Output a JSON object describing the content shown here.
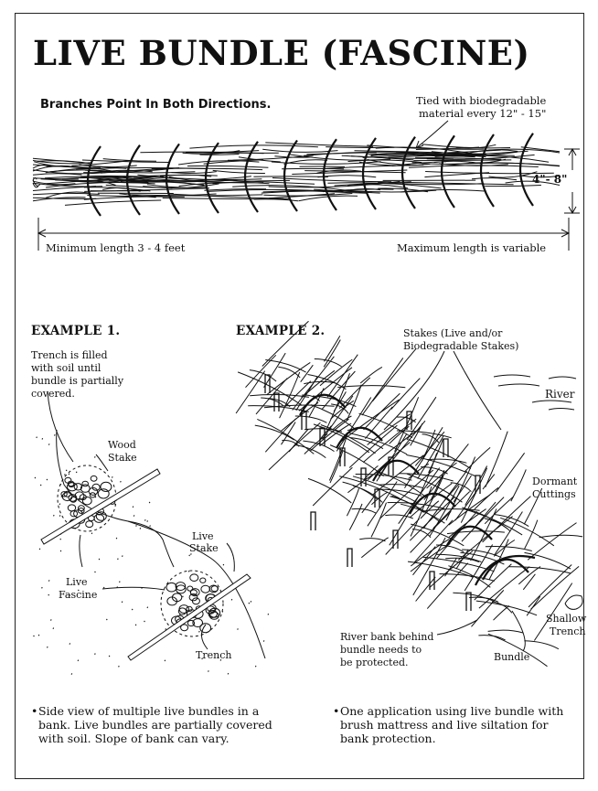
{
  "title": "LIVE BUNDLE (FASCINE)",
  "top": {
    "subtitle": "Branches Point In Both Directions.",
    "tie_label_1": "Tied with biodegradable",
    "tie_label_2": "material every 12\" - 15\"",
    "diameter": "4\"- 8\"",
    "min_length": "Minimum length 3 - 4 feet",
    "max_length": "Maximum length is variable"
  },
  "example1": {
    "heading": "EXAMPLE 1.",
    "trench_note_1": "Trench is filled",
    "trench_note_2": "with soil until",
    "trench_note_3": "bundle is partially",
    "trench_note_4": "covered.",
    "wood_stake_1": "Wood",
    "wood_stake_2": "Stake",
    "live_stake_1": "Live",
    "live_stake_2": "Stake",
    "live_fascine_1": "Live",
    "live_fascine_2": "Fascine",
    "trench": "Trench",
    "caption": "Side view of multiple live bundles in a bank. Live bundles are partially covered with soil. Slope of bank can vary."
  },
  "example2": {
    "heading": "EXAMPLE 2.",
    "stakes_1": "Stakes (Live and/or",
    "stakes_2": "Biodegradable Stakes)",
    "river": "River",
    "dormant_1": "Dormant",
    "dormant_2": "Cuttings",
    "shallow_1": "Shallow",
    "shallow_2": "Trench",
    "bundle": "Bundle",
    "bank_1": "River bank behind",
    "bank_2": "bundle needs to",
    "bank_3": "be protected.",
    "caption": "One application using live bundle with brush mattress and live siltation for bank protection."
  }
}
